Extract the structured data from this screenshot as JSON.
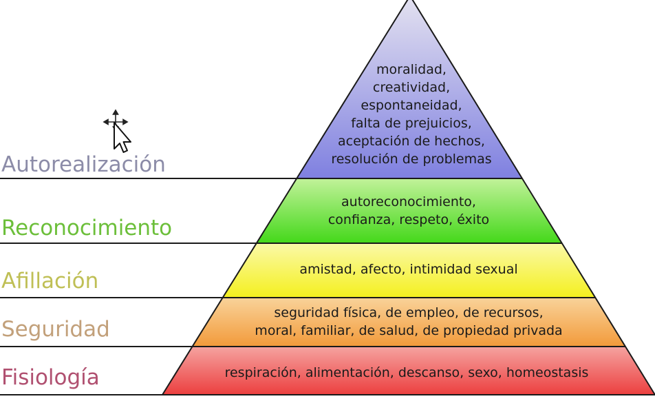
{
  "levels": [
    {
      "id": "autorealizacion",
      "name": "Autorealización",
      "name_color": "#8c8ca8",
      "fill": "#7f80e0",
      "fill_light": "#e4e2f0",
      "lines": [
        "moralidad,",
        "creatividad,",
        "espontaneidad,",
        "falta de prejuicios,",
        "aceptación de hechos,",
        "resolución de problemas"
      ]
    },
    {
      "id": "reconocimiento",
      "name": "Reconocimiento",
      "name_color": "#6cbf3a",
      "fill": "#44d81a",
      "fill_light": "#c2f29a",
      "lines": [
        "autoreconocimiento,",
        "confianza, respeto, éxito"
      ]
    },
    {
      "id": "afiliacion",
      "name": "Afillación",
      "name_color": "#bfbf55",
      "fill": "#f4f01e",
      "fill_light": "#fbf9a8",
      "lines": [
        "amistad, afecto, intimidad sexual"
      ]
    },
    {
      "id": "seguridad",
      "name": "Seguridad",
      "name_color": "#c2a07a",
      "fill": "#f29a3a",
      "fill_light": "#f9d39a",
      "lines": [
        "seguridad física, de empleo, de recursos,",
        "moral, familiar, de salud, de propiedad privada"
      ]
    },
    {
      "id": "fisiologia",
      "name": "Fisiología",
      "name_color": "#b05070",
      "fill": "#ec3f3f",
      "fill_light": "#f5a3a0",
      "lines": [
        "respiración, alimentación, descanso, sexo, homeostasis"
      ]
    }
  ],
  "cursor": {
    "icon": "move-cursor-icon"
  }
}
